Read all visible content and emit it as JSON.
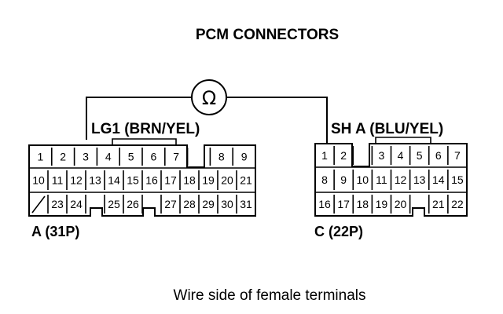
{
  "title": "PCM CONNECTORS",
  "meter_symbol": "Ω",
  "probe_left_label": "LG1 (BRN/YEL)",
  "probe_right_label": "SH A (BLU/YEL)",
  "caption": "Wire side of female terminals",
  "connector_a": {
    "label": "A (31P)",
    "rows": [
      [
        "1",
        "2",
        "3",
        "4",
        "5",
        "6",
        "7",
        "",
        "8",
        "9"
      ],
      [
        "10",
        "11",
        "12",
        "13",
        "14",
        "15",
        "16",
        "17",
        "18",
        "19",
        "20",
        "21"
      ],
      [
        "/",
        "23",
        "24",
        "",
        "25",
        "26",
        "",
        "27",
        "28",
        "29",
        "30",
        "31"
      ]
    ]
  },
  "connector_c": {
    "label": "C (22P)",
    "rows": [
      [
        "1",
        "2",
        "",
        "3",
        "4",
        "5",
        "6",
        "7"
      ],
      [
        "8",
        "9",
        "10",
        "11",
        "12",
        "13",
        "14",
        "15"
      ],
      [
        "16",
        "17",
        "18",
        "19",
        "20",
        "",
        "21",
        "22"
      ]
    ]
  }
}
